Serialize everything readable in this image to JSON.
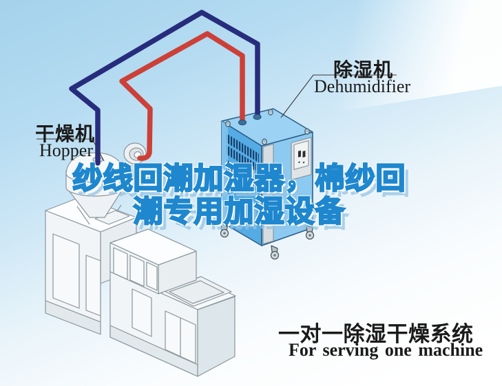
{
  "headline": {
    "line1": "纱线回潮加湿器，棉纱回",
    "line2": "潮专用加湿设备",
    "fill": "#ffffff",
    "stroke": "#1e87ce"
  },
  "labels": {
    "hopper": {
      "zh": "干燥机",
      "en": "Hopper"
    },
    "dehumidifier": {
      "zh": "除湿机",
      "en": "Dehumidifier"
    }
  },
  "caption": {
    "zh": "一对一除湿干燥系统",
    "en": "For serving one machine"
  },
  "colors": {
    "sky_top": "#a5d2ec",
    "sky_bottom": "#ffffff",
    "pipe_red": "#cc4038",
    "pipe_blue": "#272c7c",
    "cabinet_front": "#55abe4",
    "cabinet_top": "#9cd2f3",
    "cabinet_side": "#8ccaf1",
    "cabinet_vent": "#17406b",
    "machine_line": "#8a959b",
    "label_text": "#1a1a1a"
  }
}
